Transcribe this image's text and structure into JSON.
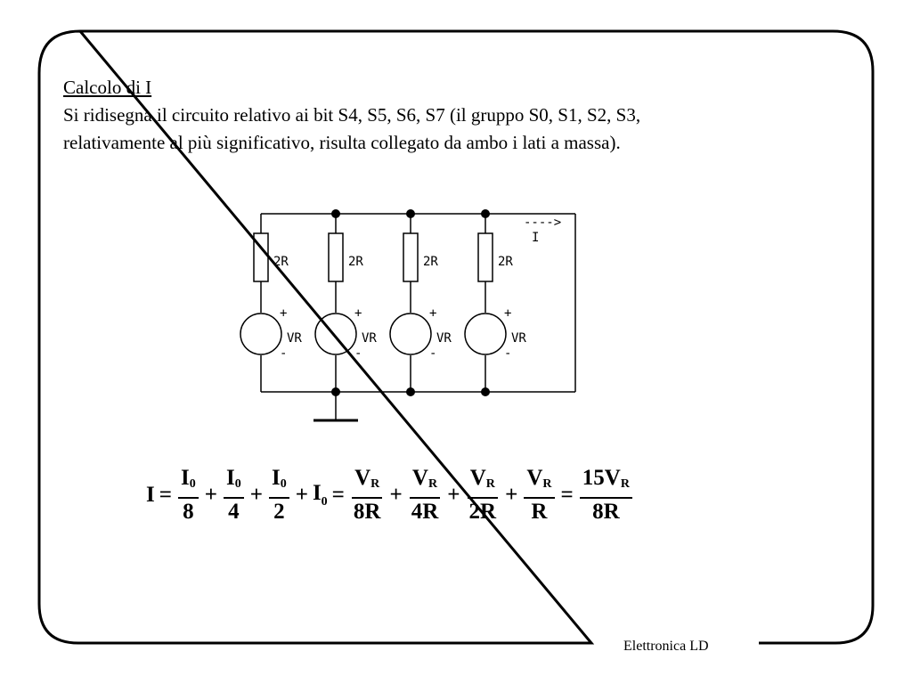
{
  "slide": {
    "title": "Calcolo di I",
    "lines": [
      "Si ridisegna il circuito relativo ai bit S4, S5, S6, S7 (il gruppo S0, S1, S2, S3,",
      "relativamente al più significativo, risulta collegato da ambo i lati a massa)."
    ],
    "footer": "Elettronica LD"
  },
  "circuit": {
    "resistor_label": "2R",
    "source_label": "VR",
    "plus": "+",
    "minus": "-",
    "current_arrow": "---->",
    "current_label": "I",
    "branches": 4
  },
  "formula": {
    "lhs": "I",
    "eq": "=",
    "plus": "+",
    "t1": {
      "num": "I",
      "num_sub": "0",
      "den": "8"
    },
    "t2": {
      "num": "I",
      "num_sub": "0",
      "den": "4"
    },
    "t3": {
      "num": "I",
      "num_sub": "0",
      "den": "2"
    },
    "t4": {
      "main": "I",
      "sub": "0"
    },
    "v1": {
      "num": "V",
      "num_sub": "R",
      "den": "8R"
    },
    "v2": {
      "num": "V",
      "num_sub": "R",
      "den": "4R"
    },
    "v3": {
      "num": "V",
      "num_sub": "R",
      "den": "2R"
    },
    "v4": {
      "num": "V",
      "num_sub": "R",
      "den": "R"
    },
    "result": {
      "num": "15V",
      "num_sub": "R",
      "den": "8R"
    }
  }
}
